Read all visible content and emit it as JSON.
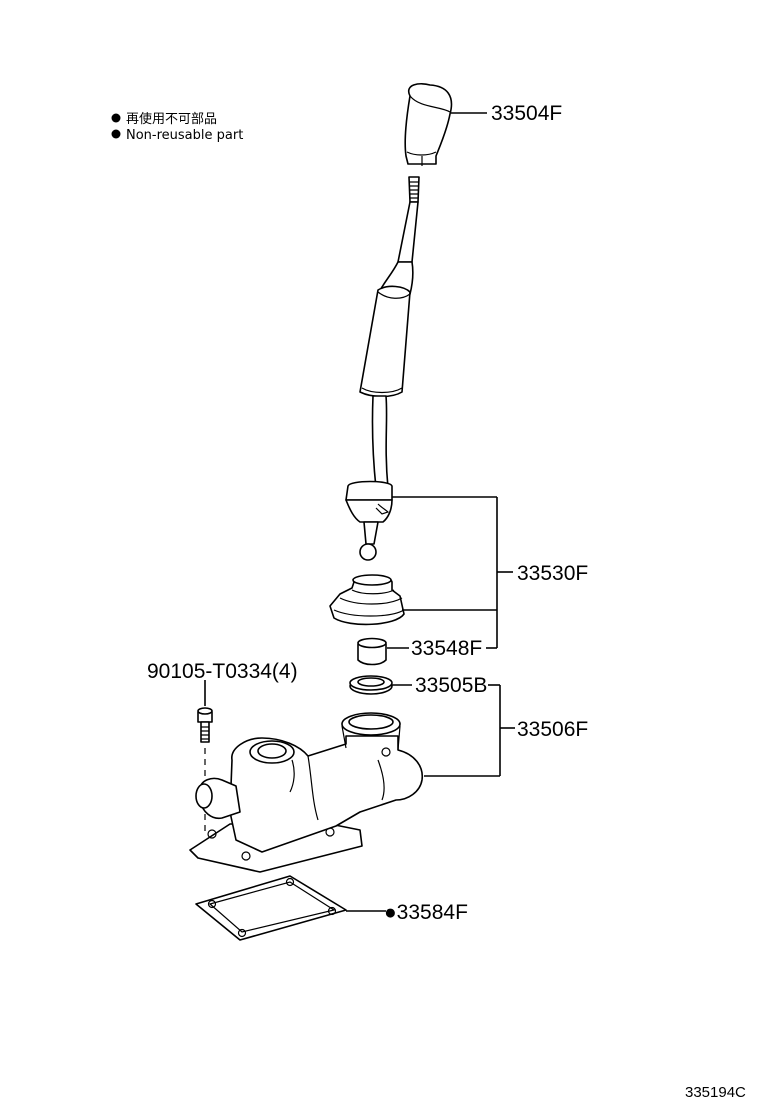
{
  "legend": {
    "line_jp": "再使用不可部品",
    "line_en": "Non-reusable part"
  },
  "callouts": {
    "knob": "33504F",
    "lever_assy": "33530F",
    "bushing": "33548F",
    "bolt": "90105-T0334(4)",
    "seal": "33505B",
    "retainer": "33506F",
    "gasket": "●33584F"
  },
  "reference_number": "335194C"
}
